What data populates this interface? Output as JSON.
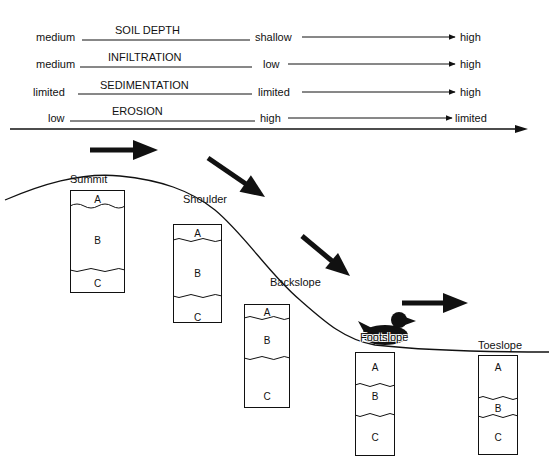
{
  "diagram": {
    "nodes": [
      {
        "text": [
          "A",
          "B",
          "C"
        ]
      },
      {
        "text": [
          "A",
          "B",
          "C"
        ]
      },
      {
        "text": [
          "A",
          "B",
          "C"
        ]
      },
      {
        "text": [
          "A",
          "B",
          "C"
        ]
      },
      {
        "text": [
          "A",
          "B",
          "C"
        ]
      }
    ],
    "labels": [
      "medium",
      "SOIL DEPTH",
      "shallow",
      "high",
      "medium",
      "INFILTRATION",
      "low",
      "high",
      "limited",
      "SEDIMENTATION",
      "limited",
      "high",
      "low",
      "EROSION",
      "high",
      "limited",
      "Summit",
      "Shoulder",
      "Backslope",
      "Footslope",
      "Toeslope"
    ]
  }
}
